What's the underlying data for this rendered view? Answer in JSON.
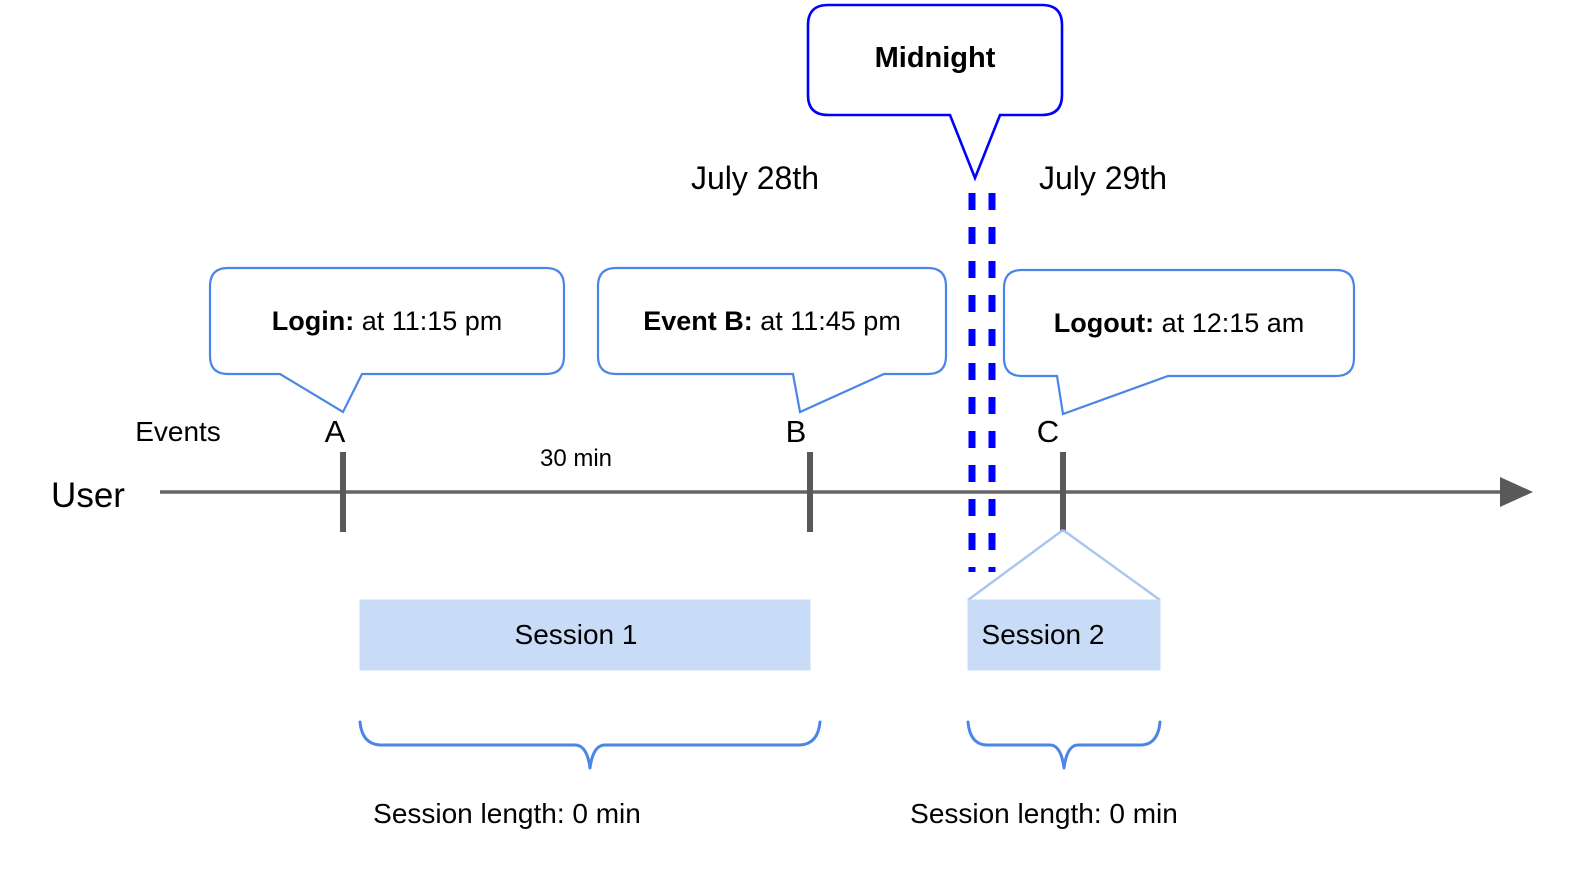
{
  "diagram": {
    "title_hidden": "",
    "colors": {
      "midnight_blue": "#0000ff",
      "callout_blue": "#4a86e8",
      "session_fill": "#c9dcf7",
      "session_stroke": "#a9c6ee",
      "axis_gray": "#666666",
      "tick_gray": "#595959",
      "brace_blue": "#4a86e8",
      "text_black": "#000000"
    },
    "midnight_callout": {
      "label": "Midnight"
    },
    "dates": [
      {
        "label": "July 28th"
      },
      {
        "label": "July 29th"
      }
    ],
    "callouts": [
      {
        "bold": "Login:",
        "rest": " at 11:15 pm"
      },
      {
        "bold": "Event B:",
        "rest": " at 11:45 pm"
      },
      {
        "bold": "Logout:",
        "rest": " at 12:15 am"
      }
    ],
    "events_row_label": "Events",
    "user_row_label": "User",
    "event_markers": [
      {
        "letter": "A"
      },
      {
        "letter": "B"
      },
      {
        "letter": "C"
      }
    ],
    "interval_label": "30 min",
    "sessions": [
      {
        "label": "Session 1"
      },
      {
        "label": "Session 2"
      }
    ],
    "session_lengths": [
      {
        "label": "Session length: 0 min"
      },
      {
        "label": "Session length: 0 min"
      }
    ]
  }
}
